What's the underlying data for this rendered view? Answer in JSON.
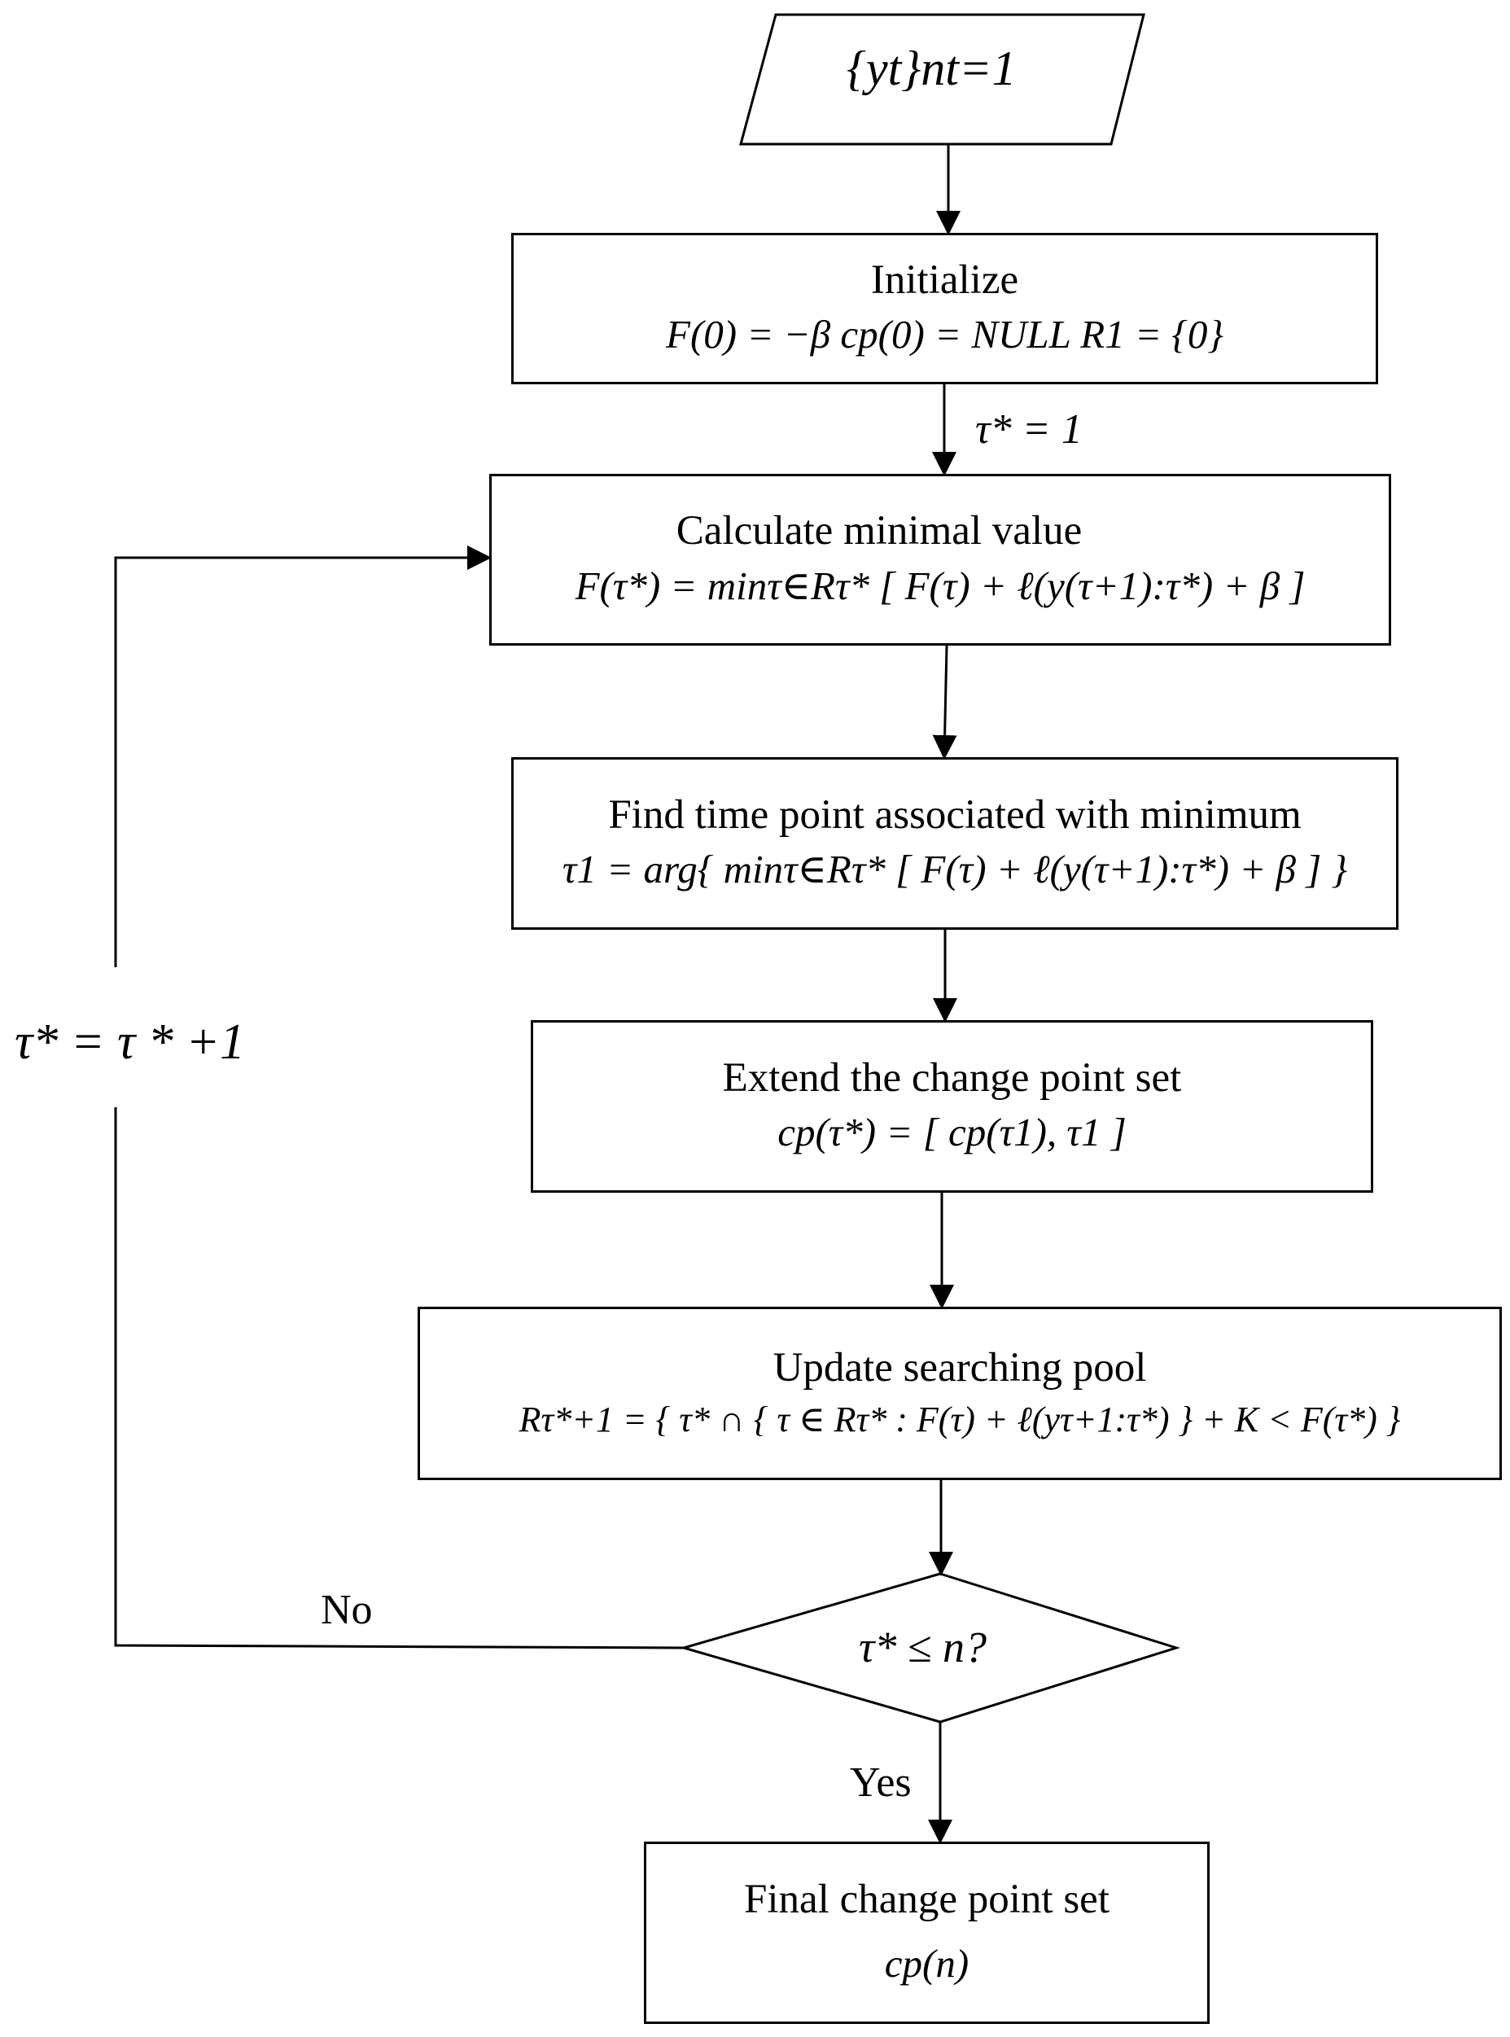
{
  "nodes": {
    "input": {
      "formula": "{yt}nt=1"
    },
    "initialize": {
      "title": "Initialize",
      "formula": "F(0) = −β    cp(0) = NULL     R1 = {0}"
    },
    "calculate": {
      "title": "Calculate minimal value",
      "formula": "F(τ*) = minτ∈Rτ* [ F(τ) + ℓ(y(τ+1):τ*) + β ]"
    },
    "find": {
      "title": "Find time point associated with minimum",
      "formula": "τ1 = arg{ minτ∈Rτ* [ F(τ) + ℓ(y(τ+1):τ*) + β ] }"
    },
    "extend": {
      "title": "Extend the change point set",
      "formula": "cp(τ*) = [ cp(τ1), τ1 ]"
    },
    "update": {
      "title": "Update searching  pool",
      "formula": "Rτ*+1 = { τ* ∩ { τ ∈ Rτ* : F(τ) + ℓ(yτ+1:τ*) } + K < F(τ*) }"
    },
    "decision": {
      "text": "τ* ≤ n?"
    },
    "final": {
      "title": "Final change point set",
      "formula": "cp(n)"
    }
  },
  "edge_labels": {
    "init_to_calc": "τ* = 1",
    "loop": "τ* = τ * +1",
    "no": "No",
    "yes": "Yes"
  },
  "colors": {
    "stroke": "#000000",
    "background": "#ffffff"
  }
}
